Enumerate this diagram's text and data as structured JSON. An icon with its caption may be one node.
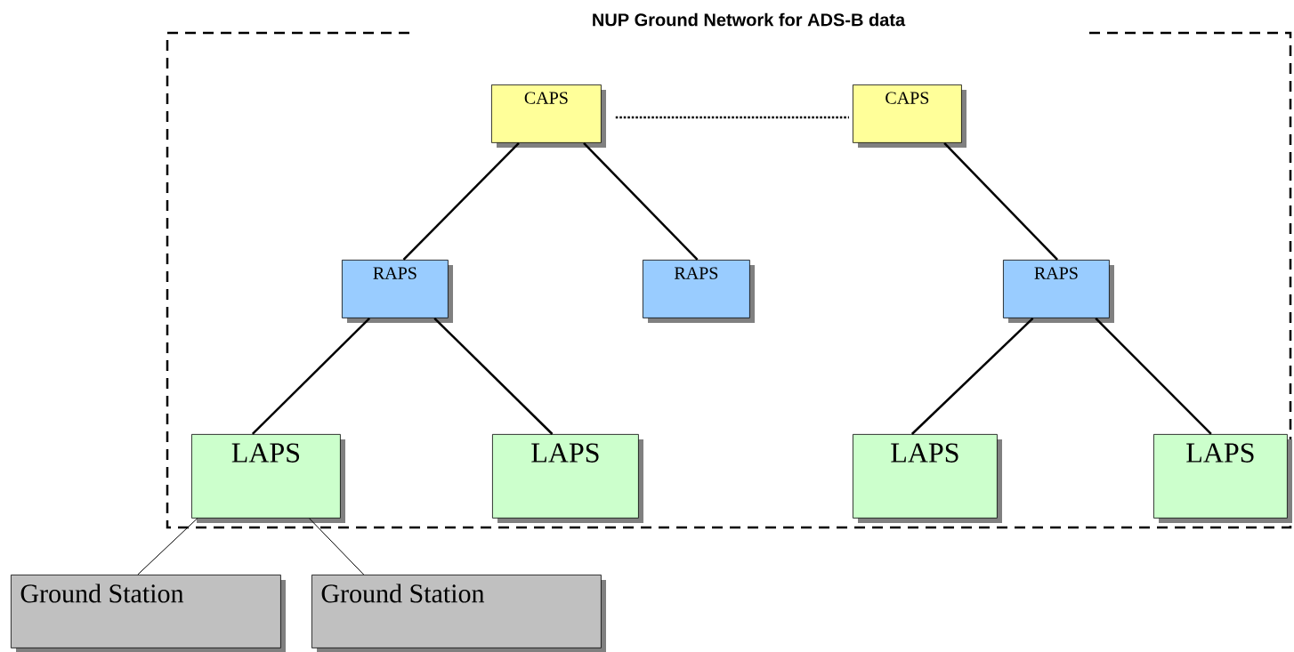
{
  "diagram": {
    "nodes": [
      {
        "text": [
          "NUP Ground Network for ADS-B data"
        ]
      },
      {
        "text": [
          "CAPS"
        ],
        "in": 0
      },
      {
        "text": [
          "CAPS"
        ],
        "in": 0
      },
      {
        "text": [
          "RAPS"
        ],
        "in": 0
      },
      {
        "text": [
          "RAPS"
        ],
        "in": 0
      },
      {
        "text": [
          "RAPS"
        ],
        "in": 0
      },
      {
        "text": [
          "LAPS"
        ],
        "in": 0
      },
      {
        "text": [
          "LAPS"
        ],
        "in": 0
      },
      {
        "text": [
          "LAPS"
        ],
        "in": 0
      },
      {
        "text": [
          "LAPS"
        ],
        "in": 0
      },
      {
        "text": [
          "Ground Station"
        ]
      },
      {
        "text": [
          "Ground Station"
        ]
      }
    ],
    "edges": [
      {
        "from": 1,
        "to": 2,
        "arrow": "none",
        "style": "dashed"
      },
      {
        "from": 1,
        "to": 3,
        "arrow": "none"
      },
      {
        "from": 1,
        "to": 4,
        "arrow": "none"
      },
      {
        "from": 2,
        "to": 5,
        "arrow": "none"
      },
      {
        "from": 3,
        "to": 6,
        "arrow": "none"
      },
      {
        "from": 3,
        "to": 7,
        "arrow": "none"
      },
      {
        "from": 5,
        "to": 8,
        "arrow": "none"
      },
      {
        "from": 5,
        "to": 9,
        "arrow": "none"
      },
      {
        "from": 6,
        "to": 10,
        "arrow": "none"
      },
      {
        "from": 6,
        "to": 11,
        "arrow": "none"
      }
    ]
  }
}
